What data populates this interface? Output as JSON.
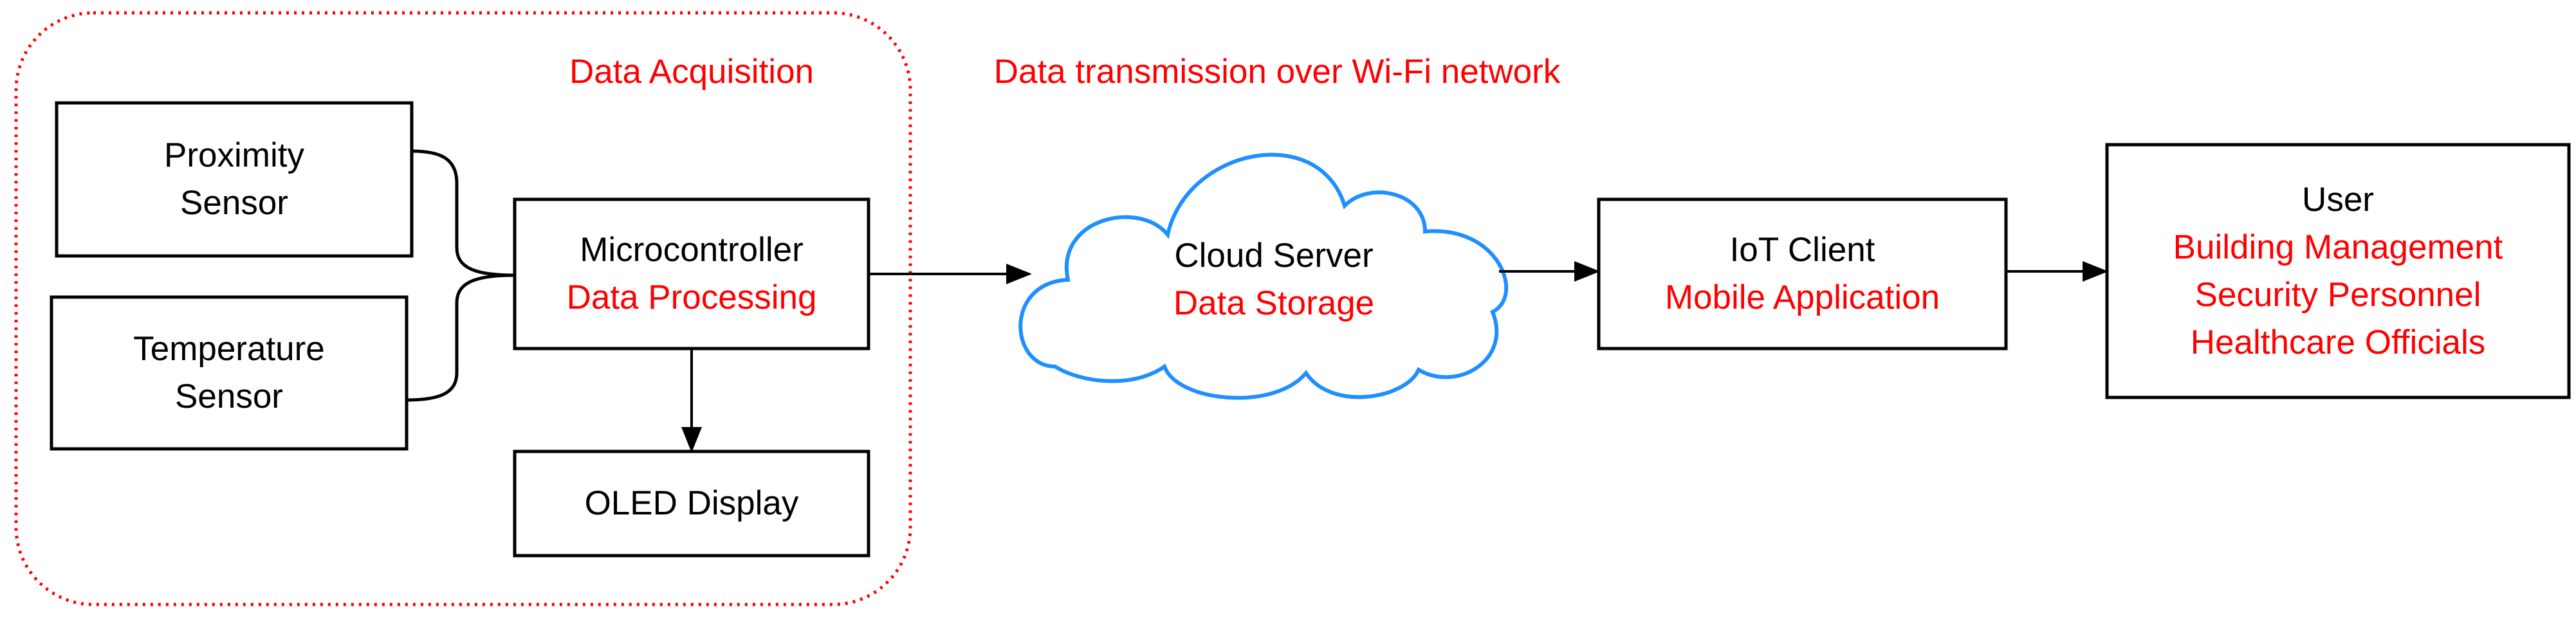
{
  "colors": {
    "accent": "#ff0000",
    "text": "#000000",
    "cloud_outline": "#1f8fff",
    "group_outline": "#ff0000"
  },
  "acquisition_group": {
    "label": "Data Acquisition"
  },
  "transmission_label": "Data transmission over Wi-Fi network",
  "proximity_sensor": {
    "line1": "Proximity",
    "line2": "Sensor"
  },
  "temperature_sensor": {
    "line1": "Temperature",
    "line2": "Sensor"
  },
  "microcontroller": {
    "title": "Microcontroller",
    "subtitle": "Data Processing"
  },
  "oled_display": {
    "title": "OLED Display"
  },
  "cloud_server": {
    "title": "Cloud Server",
    "subtitle": "Data Storage"
  },
  "iot_client": {
    "title": "IoT Client",
    "subtitle": "Mobile Application"
  },
  "user": {
    "title": "User",
    "roles": [
      "Building Management",
      "Security Personnel",
      "Healthcare Officials"
    ]
  }
}
